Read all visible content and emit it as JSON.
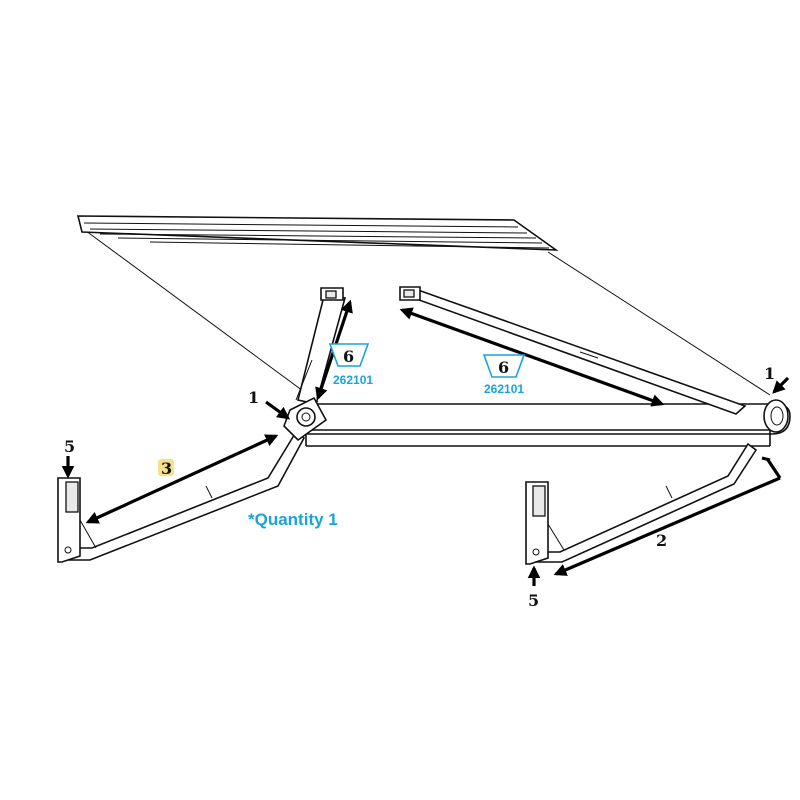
{
  "callouts": {
    "roller_left": "1",
    "roller_right": "1",
    "lower_arm_left": "3",
    "lower_arm_right": "2",
    "bracket_left": "5",
    "bracket_right": "5",
    "rafter_left": "6",
    "rafter_right": "6"
  },
  "part_numbers": {
    "rafter_left": "262101",
    "rafter_right": "262101"
  },
  "note": "*Quantity 1",
  "colors": {
    "ink": "#111111",
    "accent_blue": "#1aa3d8",
    "highlight": "#f6e08a"
  }
}
